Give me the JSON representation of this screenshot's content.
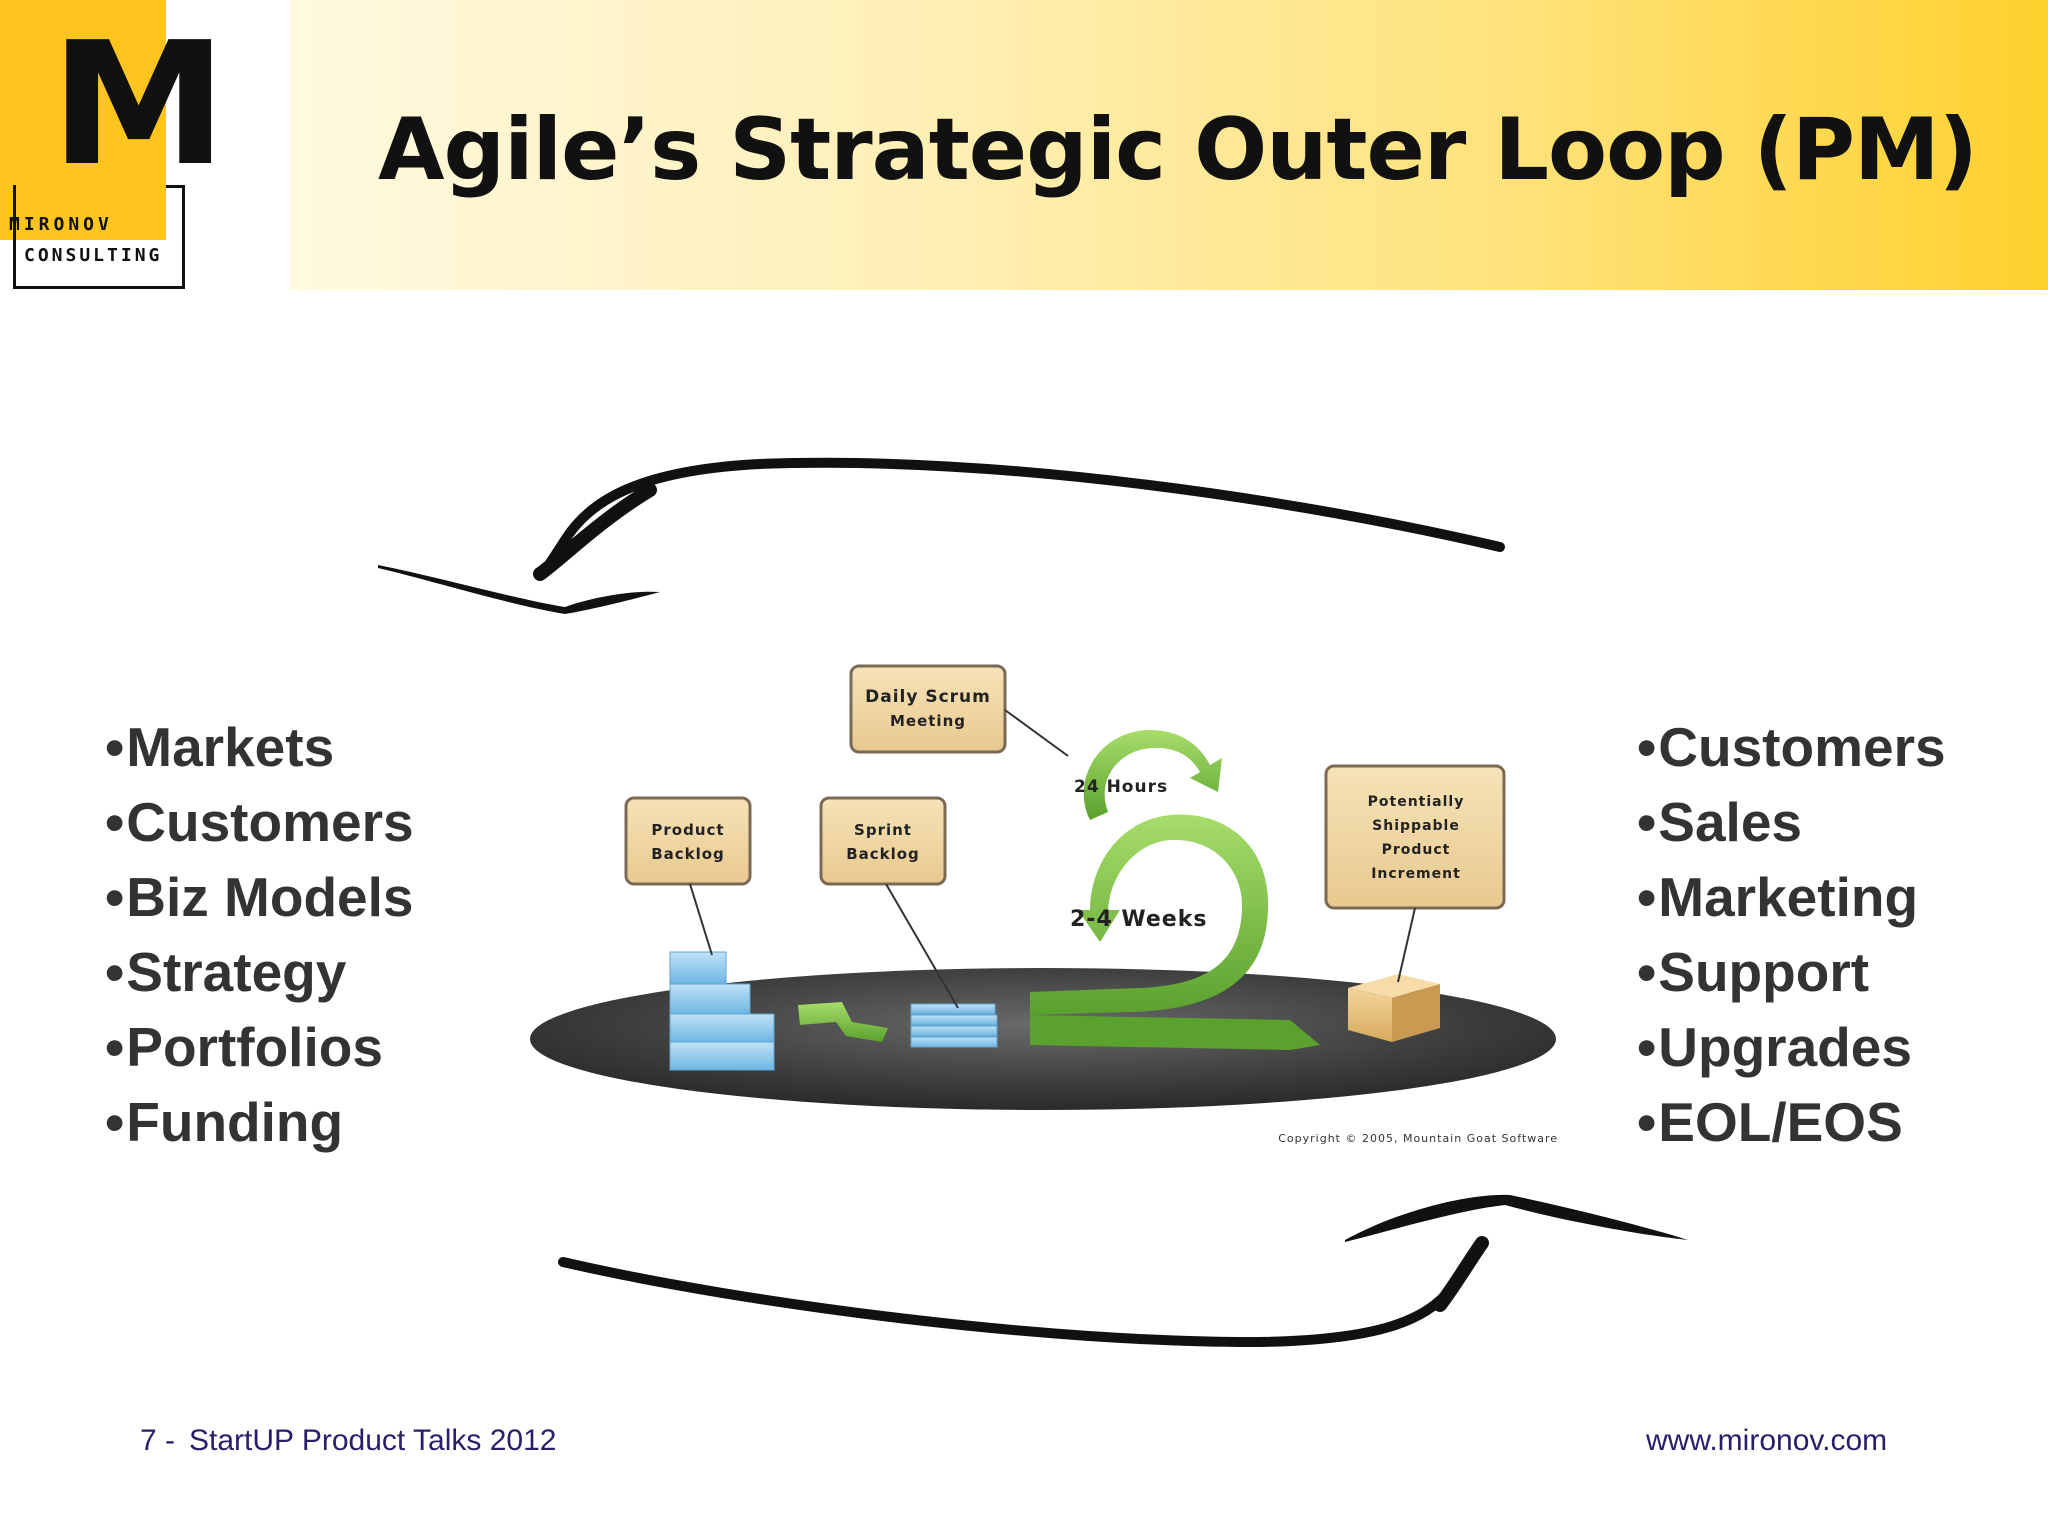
{
  "header": {
    "title": "Agile’s Strategic Outer Loop (PM)"
  },
  "logo": {
    "letter": "M",
    "word1": "MIRONOV",
    "word2": "CONSULTING"
  },
  "left_list": [
    "Markets",
    "Customers",
    "Biz Models",
    "Strategy",
    "Portfolios",
    "Funding"
  ],
  "right_list": [
    "Customers",
    "Sales",
    "Marketing",
    "Support",
    "Upgrades",
    "EOL/EOS"
  ],
  "diagram": {
    "daily_scrum": [
      "Daily Scrum",
      "Meeting"
    ],
    "hours": "24 Hours",
    "product_backlog": [
      "Product",
      "Backlog"
    ],
    "sprint_backlog": [
      "Sprint",
      "Backlog"
    ],
    "weeks": "2-4 Weeks",
    "increment": [
      "Potentially",
      "Shippable",
      "Product",
      "Increment"
    ],
    "copyright": "Copyright © 2005, Mountain Goat Software"
  },
  "footer": {
    "page_number": "7 -",
    "event": "StartUP Product Talks 2012",
    "website": "www.mironov.com"
  },
  "colors": {
    "header_gradient_end": "#ffd12e",
    "logo_yellow": "#ffc51f",
    "loop_green": "#7cc242",
    "footer_text": "#2a1e6a"
  }
}
